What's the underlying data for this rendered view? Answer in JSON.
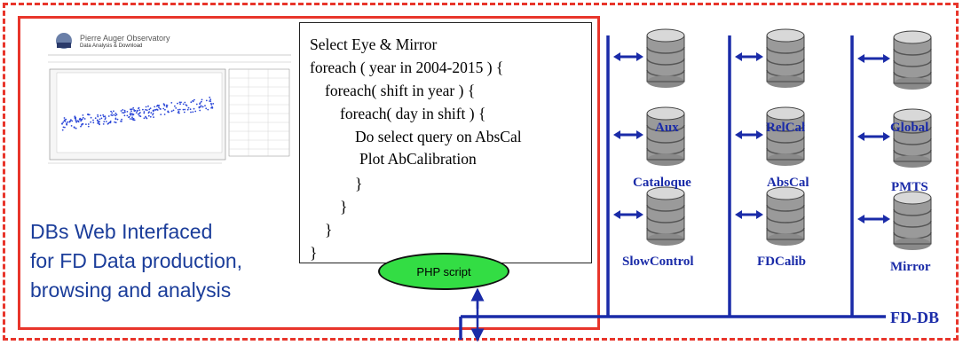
{
  "caption": {
    "lines": [
      "DBs Web Interfaced",
      "for FD Data production,",
      "browsing and analysis"
    ]
  },
  "code": {
    "lines": [
      "Select Eye & Mirror",
      "foreach ( year in 2004-2015 ) {",
      "foreach( shift in year ) {",
      "foreach( day in shift ) {",
      "Do select query on AbsCal",
      "Plot AbCalibration",
      "}",
      "}",
      "}",
      "}"
    ]
  },
  "php_label": "PHP script",
  "thumbnail": {
    "title": "Pierre Auger Observatory",
    "subtitle": "Data Analysis & Download"
  },
  "databases": {
    "col1": [
      "Aux",
      "Cataloque",
      "SlowControl"
    ],
    "col2": [
      "RelCal",
      "AbsCal",
      "FDCalib"
    ],
    "col3": [
      "Global",
      "PMTS",
      "Mirror"
    ]
  },
  "fd_db_label": "FD-DB",
  "colors": {
    "frame_red": "#e8352b",
    "db_blue": "#1a2ba8",
    "caption_blue": "#1b3d9a",
    "php_green": "#33dd44"
  },
  "icons": {
    "database": "database-icon",
    "arrow": "double-arrow-icon"
  }
}
